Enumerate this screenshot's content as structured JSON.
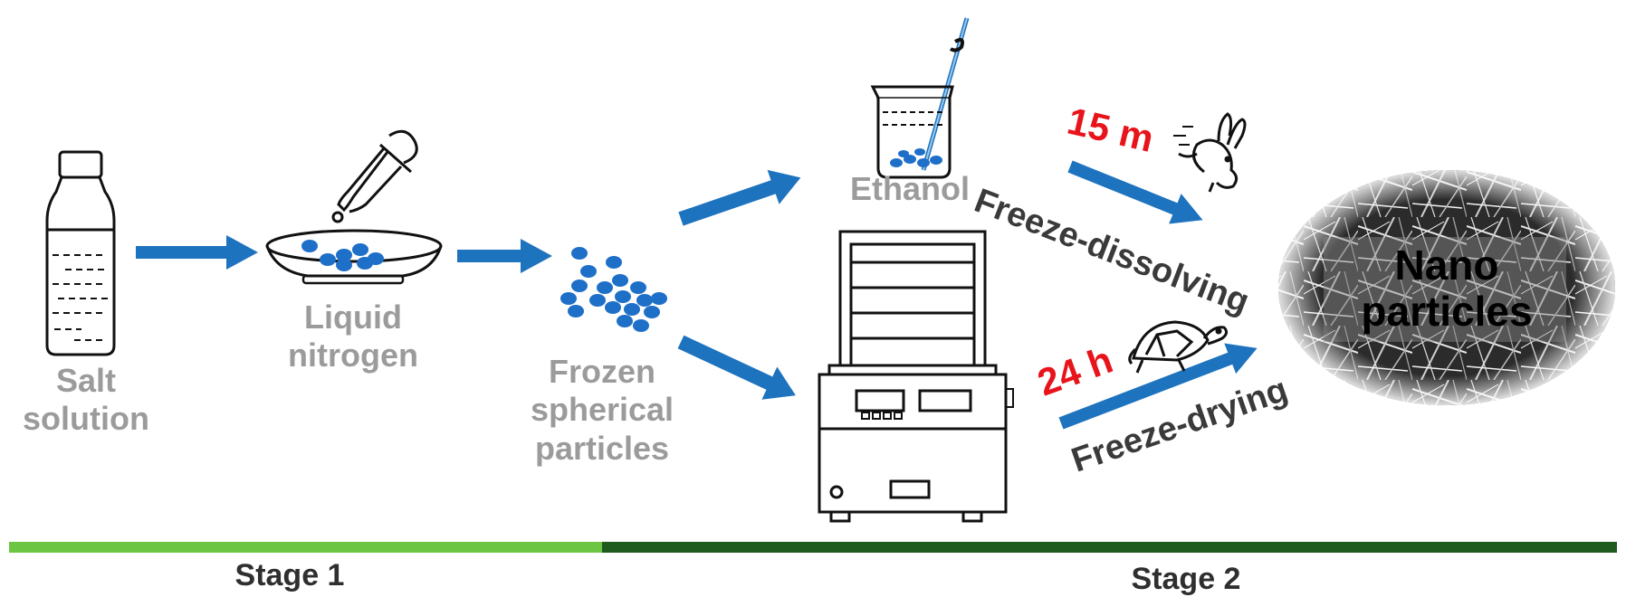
{
  "labels": {
    "salt_solution": [
      "Salt",
      "solution"
    ],
    "liquid_nitrogen": [
      "Liquid",
      "nitrogen"
    ],
    "frozen_particles": [
      "Frozen",
      "spherical",
      "particles"
    ],
    "ethanol": "Ethanol",
    "nano_particles": [
      "Nano",
      "particles"
    ]
  },
  "routes": {
    "dissolving": {
      "time": "15 m",
      "name": "Freeze-dissolving"
    },
    "drying": {
      "time": "24 h",
      "name": "Freeze-drying"
    }
  },
  "stages": [
    {
      "name": "Stage 1",
      "color": "#6cc644"
    },
    {
      "name": "Stage 2",
      "color": "#1f5a1f"
    }
  ],
  "colors": {
    "arrow": "#1e73be",
    "particle": "#1e6fc8",
    "time_text": "#e8141c",
    "label_grey": "#9b9b9b"
  },
  "icons": [
    "bottle-icon",
    "dropper-icon",
    "dish-icon",
    "particles-icon",
    "beaker-icon",
    "freeze-dryer-icon",
    "rabbit-icon",
    "turtle-icon",
    "nanoparticle-image"
  ]
}
